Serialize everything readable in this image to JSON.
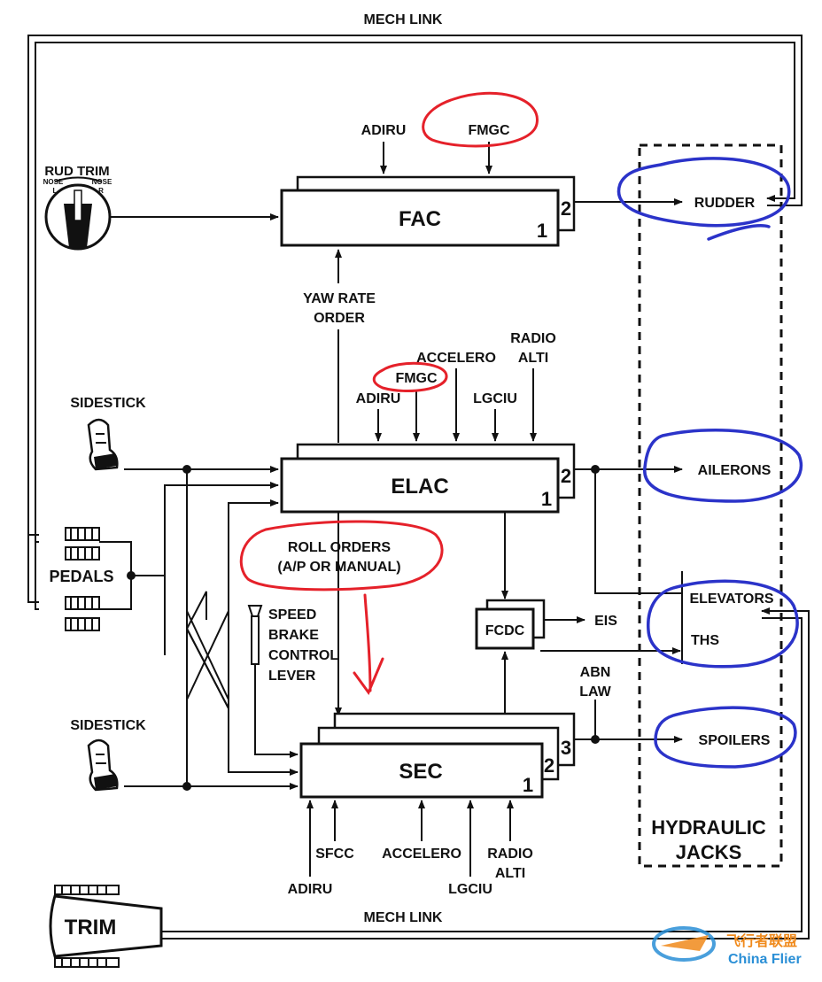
{
  "labels": {
    "mech_link_top": "MECH LINK",
    "mech_link_bottom": "MECH LINK",
    "rud_trim": "RUD TRIM",
    "nose_l": "NOSE",
    "l": "L",
    "nose_r": "NOSE",
    "r": "R",
    "yaw_rate_1": "YAW RATE",
    "yaw_rate_2": "ORDER",
    "sidestick_1": "SIDESTICK",
    "sidestick_2": "SIDESTICK",
    "pedals": "PEDALS",
    "roll_orders_1": "ROLL ORDERS",
    "roll_orders_2": "(A/P OR MANUAL)",
    "speed_brake_1": "SPEED",
    "speed_brake_2": "BRAKE",
    "speed_brake_3": "CONTROL",
    "speed_brake_4": "LEVER",
    "abn_law_1": "ABN",
    "abn_law_2": "LAW",
    "eis": "EIS",
    "hydraulic_1": "HYDRAULIC",
    "hydraulic_2": "JACKS",
    "trim": "TRIM",
    "watermark_cn": "飞行者联盟",
    "watermark_en": "China Flier"
  },
  "computers": {
    "fac": {
      "name": "FAC",
      "num1": "1",
      "num2": "2"
    },
    "elac": {
      "name": "ELAC",
      "num1": "1",
      "num2": "2"
    },
    "sec": {
      "name": "SEC",
      "num1": "1",
      "num2": "2",
      "num3": "3"
    },
    "fcdc": {
      "name": "FCDC"
    }
  },
  "inputs": {
    "fac_adiru": "ADIRU",
    "fac_fmgc": "FMGC",
    "elac_accelero": "ACCELERO",
    "elac_fmgc": "FMGC",
    "elac_adiru": "ADIRU",
    "elac_lgciu": "LGCIU",
    "elac_radio_1": "RADIO",
    "elac_radio_2": "ALTI",
    "sec_sfcc": "SFCC",
    "sec_accelero": "ACCELERO",
    "sec_radio_1": "RADIO",
    "sec_radio_2": "ALTI",
    "sec_adiru": "ADIRU",
    "sec_lgciu": "LGCIU"
  },
  "surfaces": {
    "rudder": "RUDDER",
    "ailerons": "AILERONS",
    "elevators": "ELEVATORS",
    "ths": "THS",
    "spoilers": "SPOILERS"
  },
  "colors": {
    "annotation_red": "#e5212a",
    "annotation_blue": "#2b33c9",
    "line": "#111111"
  }
}
